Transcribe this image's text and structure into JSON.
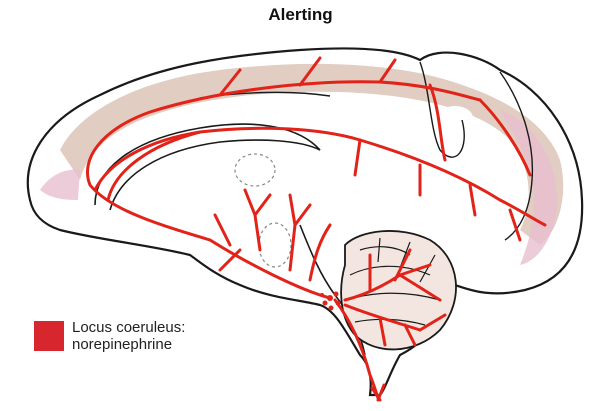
{
  "title": "Alerting",
  "legend": {
    "line1": "Locus coeruleus:",
    "line2": "norepinephrine"
  },
  "colors": {
    "pathway": "#e2231a",
    "legend_swatch": "#d8262e",
    "outline": "#1a1a1a",
    "gray_matter": "#dcc4b6",
    "gray_matter_pink": "#e8bfd0",
    "background": "#ffffff"
  }
}
